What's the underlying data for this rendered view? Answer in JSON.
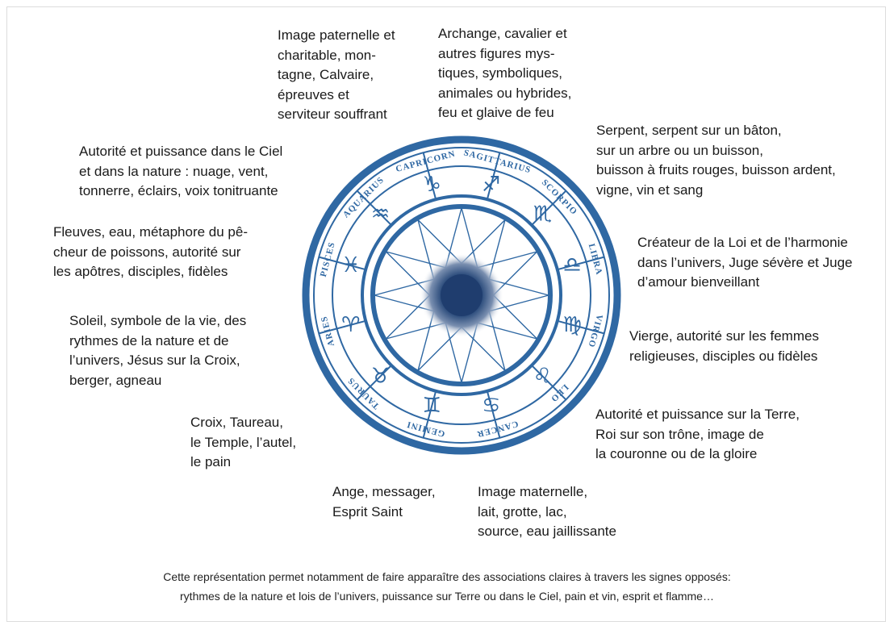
{
  "labels": {
    "capricorn": "Image paternelle et\ncharitable, mon-\ntagne, Calvaire,\népreuves et\nserviteur souffrant",
    "sagittarius": "Archange, cavalier et\nautres figures mys-\ntiques, symboliques,\nanimales ou hybrides,\nfeu et glaive de feu",
    "scorpio": "Serpent, serpent sur un bâton,\nsur un arbre ou un buisson,\nbuisson à fruits rouges, buisson ardent,\nvigne, vin et sang",
    "libra": "Créateur de la Loi et de l’harmonie\ndans l’univers, Juge sévère et Juge\nd’amour bienveillant",
    "virgo": "Vierge, autorité sur les femmes\nreligieuses, disciples ou fidèles",
    "leo": "Autorité et puissance sur la Terre,\nRoi sur son trône, image de\nla couronne ou de la gloire",
    "cancer": "Image maternelle,\nlait, grotte, lac,\nsource, eau jaillissante",
    "gemini": "Ange, messager,\nEsprit Saint",
    "taurus": "Croix, Taureau,\nle Temple, l’autel,\nle pain",
    "aries": "Soleil, symbole de la vie, des\nrythmes de la nature et de\nl’univers, Jésus sur la Croix,\nberger, agneau",
    "pisces": "Fleuves, eau, métaphore du pê-\ncheur de poissons, autorité sur\nles apôtres, disciples, fidèles",
    "aquarius": "Autorité et puissance dans le Ciel\net dans la nature : nuage, vent,\ntonnerre, éclairs, voix tonitruante"
  },
  "wheel": {
    "color": "#2f68a3",
    "signs": [
      {
        "name": "CAPRICORN",
        "glyph": "♑"
      },
      {
        "name": "SAGITTARIUS",
        "glyph": "♐"
      },
      {
        "name": "SCORPIO",
        "glyph": "♏"
      },
      {
        "name": "LIBRA",
        "glyph": "♎"
      },
      {
        "name": "VIRGO",
        "glyph": "♍"
      },
      {
        "name": "LEO",
        "glyph": "♌"
      },
      {
        "name": "CANCER",
        "glyph": "♋"
      },
      {
        "name": "GEMINI",
        "glyph": "♊"
      },
      {
        "name": "TAURUS",
        "glyph": "♉"
      },
      {
        "name": "ARIES",
        "glyph": "♈"
      },
      {
        "name": "PISCES",
        "glyph": "♓"
      },
      {
        "name": "AQUARIUS",
        "glyph": "♒"
      }
    ]
  },
  "caption": {
    "line1": "Cette représentation permet notamment de faire apparaître des associations claires à travers les signes opposés:",
    "line2": "rythmes de la nature et lois de l’univers, puissance sur Terre ou dans le Ciel, pain et vin, esprit et flamme…"
  }
}
